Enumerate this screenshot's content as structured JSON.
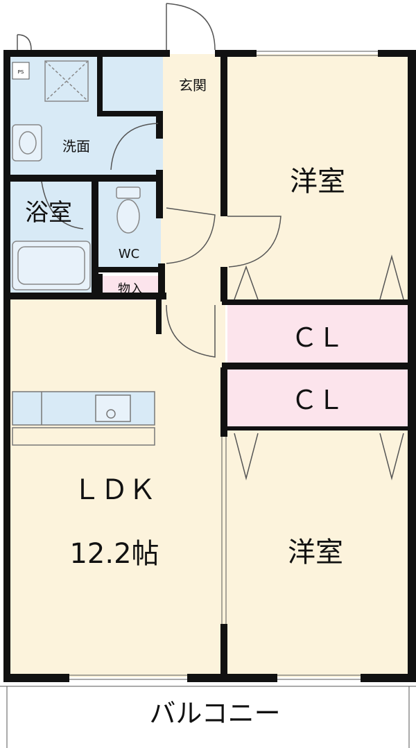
{
  "rooms": {
    "ldk": "ＬＤＫ",
    "ldk_size": "12.2帖",
    "western_room_top": "洋室",
    "western_room_bottom": "洋室",
    "closet_top": "ＣＬ",
    "closet_bottom": "ＣＬ",
    "bathroom": "浴室",
    "washroom": "洗面",
    "toilet": "WC",
    "storage": "物入",
    "entrance": "玄関",
    "balcony": "バルコニー",
    "ps": "PS"
  },
  "colors": {
    "floor": "#fcf3dc",
    "water_area": "#d8eaf6",
    "closet": "#fce4ec",
    "wall": "#111111",
    "kitchen": "#d8eaf6"
  }
}
